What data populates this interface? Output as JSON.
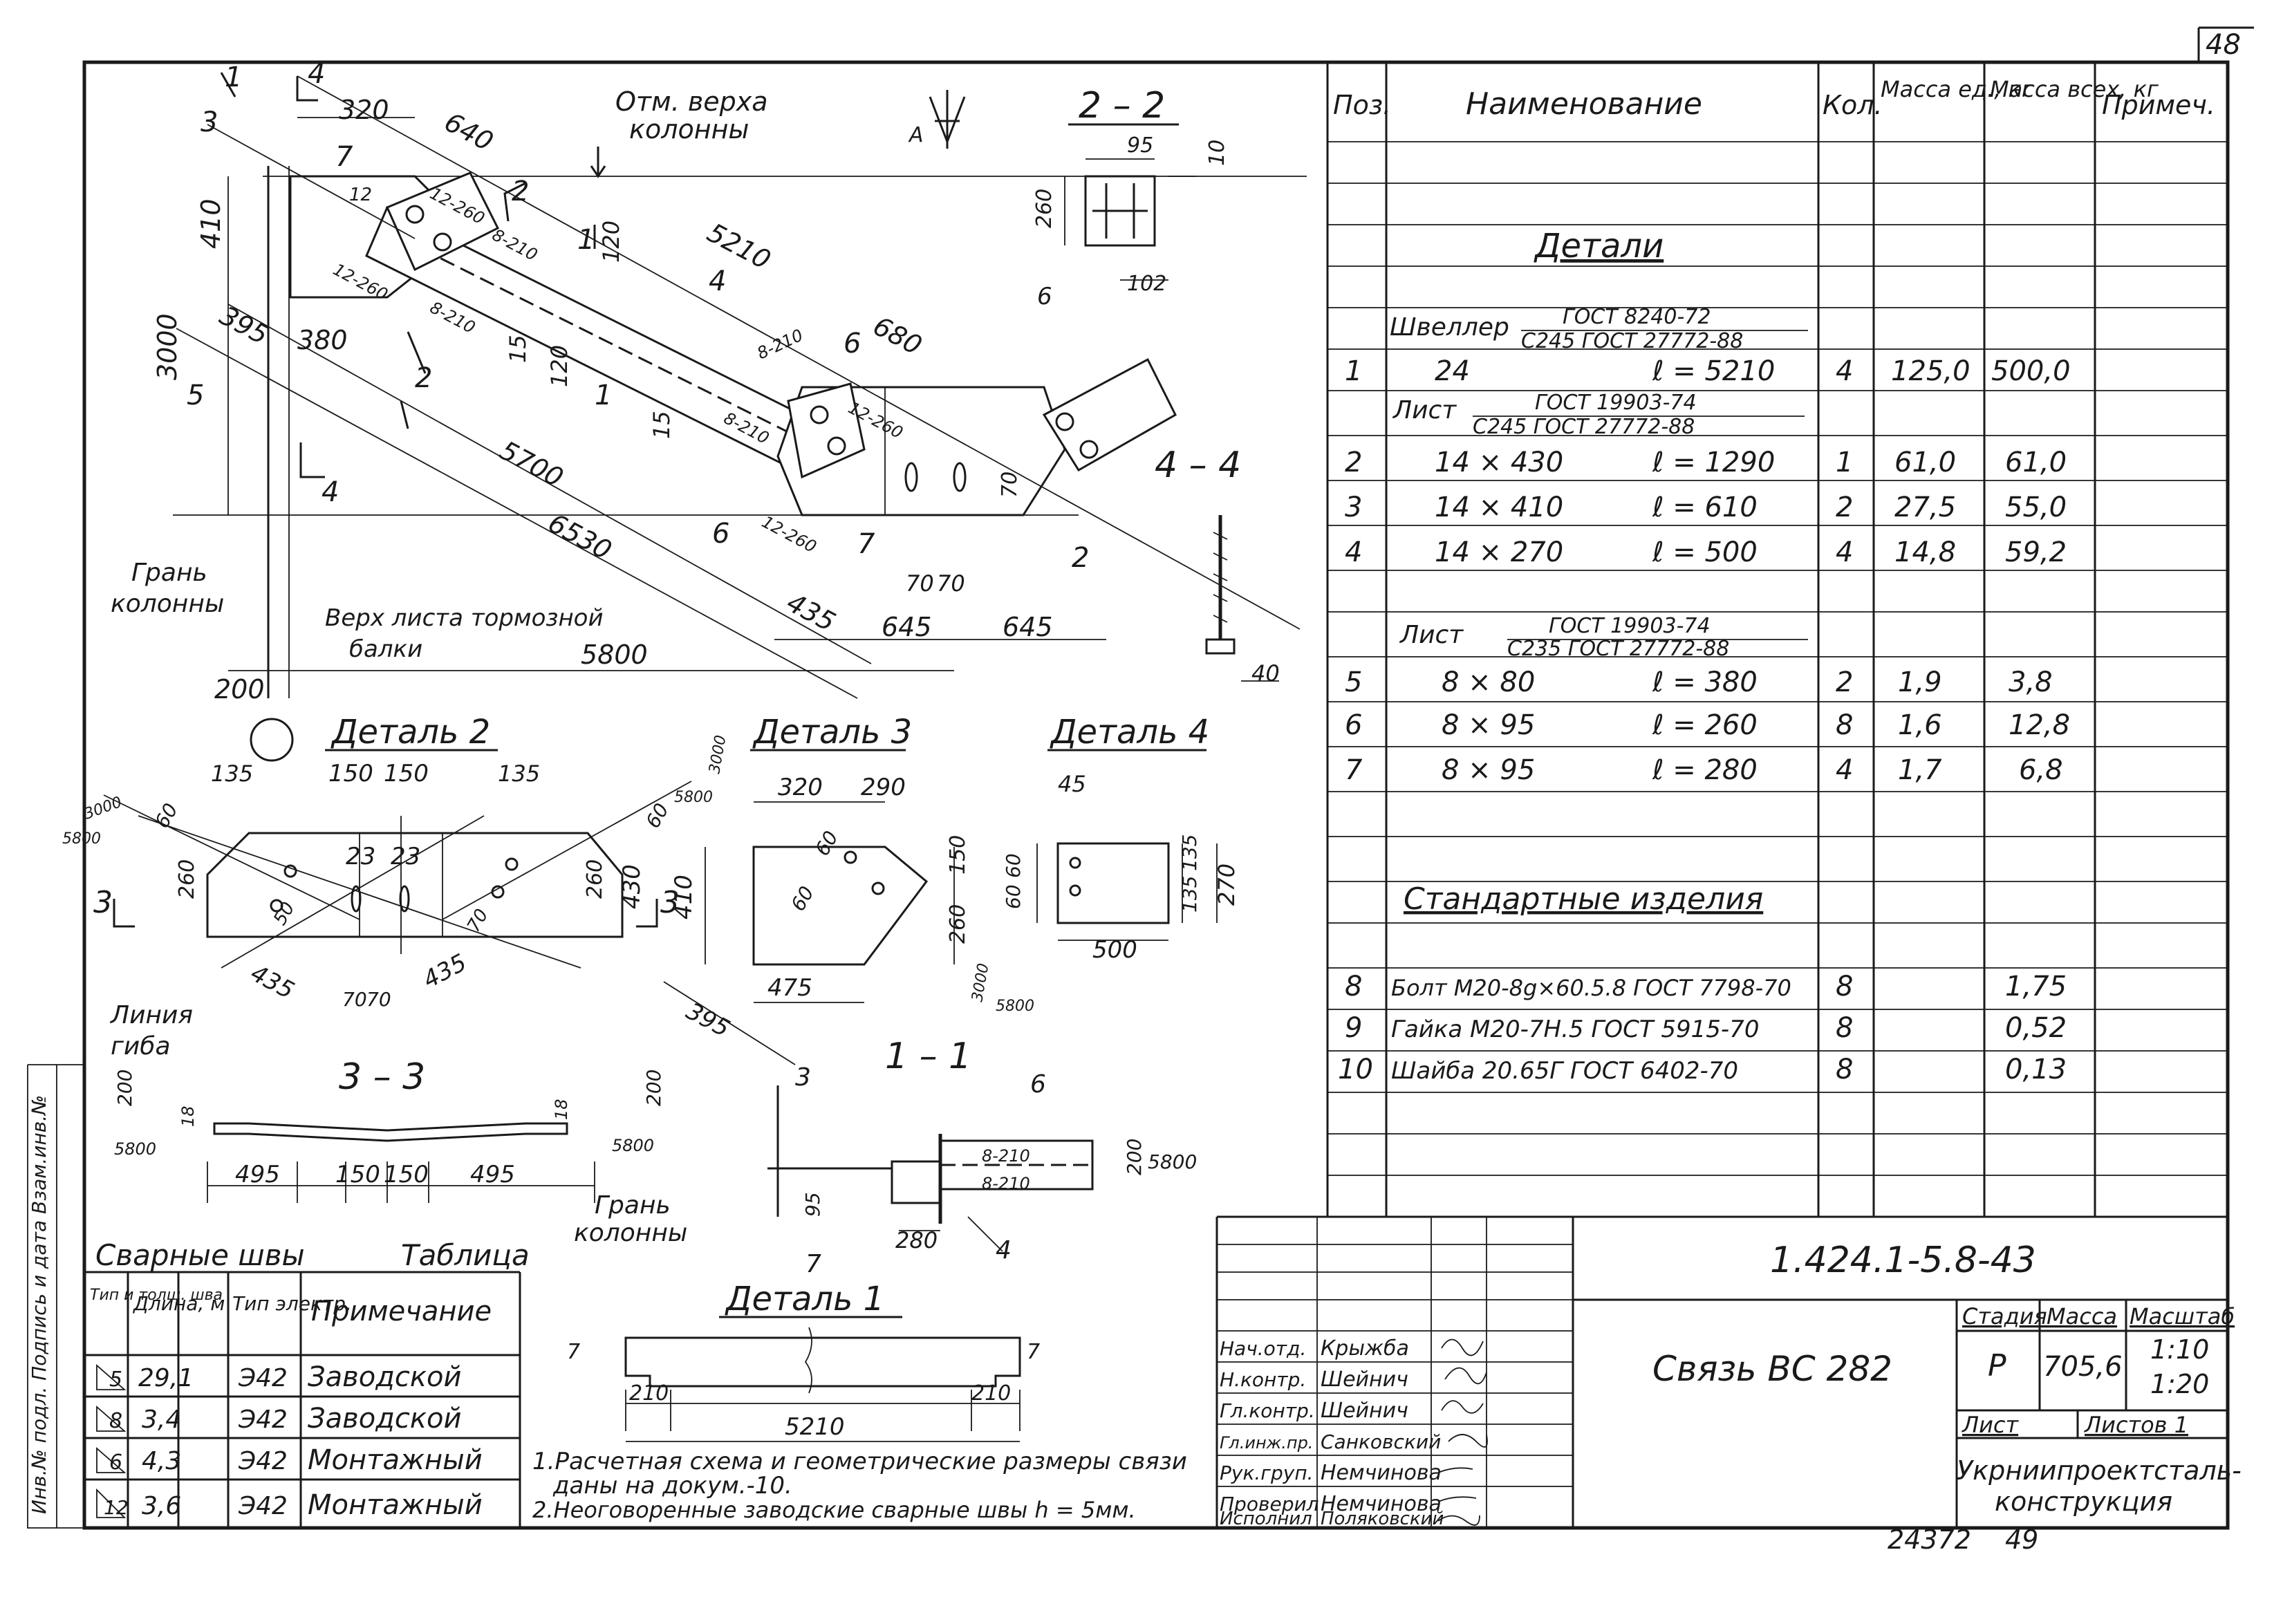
{
  "page_number": "48",
  "spec_table": {
    "headers": [
      "Поз.",
      "Наименование",
      "Кол.",
      "Масса ед., кг",
      "Масса всех, кг",
      "Примеч."
    ],
    "sections": {
      "details": "Детали",
      "standard": "Стандартные изделия"
    },
    "groups": [
      {
        "label": "Швеллер",
        "gost_top": "ГОСТ 8240-72",
        "gost_bottom": "С245 ГОСТ 27772-88"
      },
      {
        "label": "Лист",
        "gost_top": "ГОСТ 19903-74",
        "gost_bottom": "С245 ГОСТ 27772-88"
      },
      {
        "label": "Лист",
        "gost_top": "ГОСТ 19903-74",
        "gost_bottom": "С235 ГОСТ 27772-88"
      }
    ],
    "rows": [
      {
        "pos": "1",
        "name": "24",
        "len": "ℓ = 5210",
        "qty": "4",
        "unit": "125,0",
        "total": "500,0"
      },
      {
        "pos": "2",
        "name": "14 × 430",
        "len": "ℓ = 1290",
        "qty": "1",
        "unit": "61,0",
        "total": "61,0"
      },
      {
        "pos": "3",
        "name": "14 × 410",
        "len": "ℓ = 610",
        "qty": "2",
        "unit": "27,5",
        "total": "55,0"
      },
      {
        "pos": "4",
        "name": "14 × 270",
        "len": "ℓ = 500",
        "qty": "4",
        "unit": "14,8",
        "total": "59,2"
      },
      {
        "pos": "5",
        "name": "8 × 80",
        "len": "ℓ = 380",
        "qty": "2",
        "unit": "1,9",
        "total": "3,8"
      },
      {
        "pos": "6",
        "name": "8 × 95",
        "len": "ℓ = 260",
        "qty": "8",
        "unit": "1,6",
        "total": "12,8"
      },
      {
        "pos": "7",
        "name": "8 × 95",
        "len": "ℓ = 280",
        "qty": "4",
        "unit": "1,7",
        "total": "6,8"
      }
    ],
    "standard_rows": [
      {
        "pos": "8",
        "name": "Болт М20-8g×60.5.8 ГОСТ 7798-70",
        "qty": "8",
        "total": "1,75"
      },
      {
        "pos": "9",
        "name": "Гайка М20-7Н.5  ГОСТ 5915-70",
        "qty": "8",
        "total": "0,52"
      },
      {
        "pos": "10",
        "name": "Шайба 20.65Г   ГОСТ 6402-70",
        "qty": "8",
        "total": "0,13"
      }
    ]
  },
  "title_block": {
    "designation": "1.424.1-5.8-43",
    "title": "Связь ВС 282",
    "stage_label": "Стадия",
    "mass_label": "Масса",
    "scale_label": "Масштаб",
    "stage": "Р",
    "mass": "705,6",
    "scale_1": "1:10",
    "scale_2": "1:20",
    "sheet_label": "Лист",
    "sheets_label": "Листов 1",
    "organization_1": "Укрниипроектсталь-",
    "organization_2": "конструкция",
    "roles": [
      "Нач.отд.",
      "Н.контр.",
      "Гл.контр.",
      "Гл.инж.пр.",
      "Рук.груп.",
      "Проверил",
      "Исполнил"
    ],
    "names": [
      "Крыжба",
      "Шейнич",
      "Шейнич",
      "Санковский",
      "Немчинова",
      "Немчинова",
      "Поляковский"
    ]
  },
  "weld_table": {
    "title": "Сварные швы",
    "table_label": "Таблица",
    "headers": [
      "Тип и толщ. шва",
      "Длина, м",
      "Тип электр.",
      "Примечание"
    ],
    "rows": [
      {
        "type": "5",
        "length": "29,1",
        "electrode": "Э42",
        "note": "Заводской"
      },
      {
        "type": "8",
        "length": "3,4",
        "electrode": "Э42",
        "note": "Заводской"
      },
      {
        "type": "6",
        "length": "4,3",
        "electrode": "Э42",
        "note": "Монтажный"
      },
      {
        "type": "12",
        "length": "3,6",
        "electrode": "Э42",
        "note": "Монтажный"
      }
    ]
  },
  "notes": [
    "1.Расчетная схема и геометрические размеры связи",
    "даны на докум.-10.",
    "2.Неоговоренные заводские сварные швы  h = 5мм."
  ],
  "footer": {
    "doc_number": "24372",
    "page": "49"
  },
  "margin_label": "Инв.№ подл. Подпись и дата Взам.инв.№",
  "views": {
    "main": {
      "labels": [
        "Отм. верха",
        "колонны",
        "Грань",
        "колонны",
        "Верх листа тормозной",
        "балки"
      ],
      "dims": [
        "320",
        "640",
        "5210",
        "680",
        "410",
        "3000",
        "395",
        "380",
        "5700",
        "6530",
        "5800",
        "200",
        "435",
        "645",
        "645",
        "70",
        "70",
        "120",
        "15",
        "15",
        "120",
        "70"
      ],
      "welds": [
        "12-260",
        "8-210",
        "8-210",
        "12-260",
        "8-210",
        "8-210",
        "12-260",
        "12-260",
        "12"
      ],
      "pos": [
        "1",
        "2",
        "3",
        "4",
        "5",
        "6",
        "6",
        "7",
        "7"
      ],
      "cuts": [
        "1",
        "1",
        "2",
        "2",
        "4",
        "4"
      ],
      "axis": "А"
    },
    "section_2_2": {
      "title": "2 – 2",
      "dims": [
        "95",
        "10",
        "260",
        "102"
      ],
      "pos": "6"
    },
    "section_4_4": {
      "title": "4 – 4",
      "dims": [
        "40"
      ]
    },
    "detail_2": {
      "title": "Деталь 2",
      "dims": [
        "135",
        "150",
        "150",
        "135",
        "23",
        "23",
        "260",
        "60",
        "430",
        "260",
        "60",
        "50",
        "70",
        "435",
        "435",
        "70",
        "70",
        "3000",
        "5800",
        "3000",
        "5800"
      ],
      "labels": [
        "Линия",
        "гиба"
      ],
      "cut": "3"
    },
    "detail_3": {
      "title": "Деталь 3",
      "dims": [
        "320",
        "290",
        "150",
        "260",
        "60",
        "60",
        "410",
        "475",
        "395",
        "3000",
        "5800"
      ]
    },
    "detail_4": {
      "title": "Деталь 4",
      "dims": [
        "45",
        "60",
        "60",
        "135",
        "135",
        "270",
        "500"
      ]
    },
    "section_3_3": {
      "title": "3 – 3",
      "dims": [
        "200",
        "5800",
        "18",
        "18",
        "200",
        "5800",
        "495",
        "150",
        "150",
        "495"
      ]
    },
    "section_1_1": {
      "title": "1 – 1",
      "dims": [
        "200",
        "5800",
        "95",
        "280",
        "8-210",
        "8-210"
      ],
      "pos": [
        "3",
        "6",
        "7",
        "4"
      ],
      "labels": [
        "Грань",
        "колонны"
      ]
    },
    "detail_1": {
      "title": "Деталь 1",
      "dims": [
        "7",
        "7",
        "210",
        "210",
        "5210"
      ]
    }
  }
}
